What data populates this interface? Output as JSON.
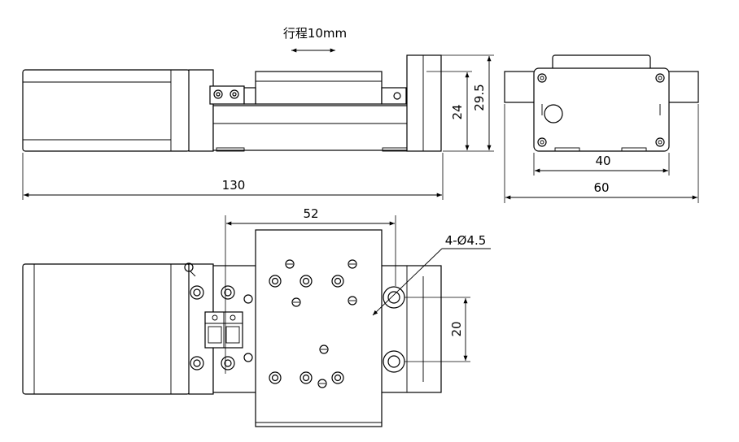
{
  "drawing": {
    "travel_label": "行程10mm",
    "dims": {
      "length": "130",
      "height_body": "24",
      "height_total": "29.5",
      "end_width_inner": "40",
      "end_width_total": "60",
      "table_width": "52",
      "hole_callout": "4-Ø4.5",
      "hole_spacing": "20"
    }
  }
}
